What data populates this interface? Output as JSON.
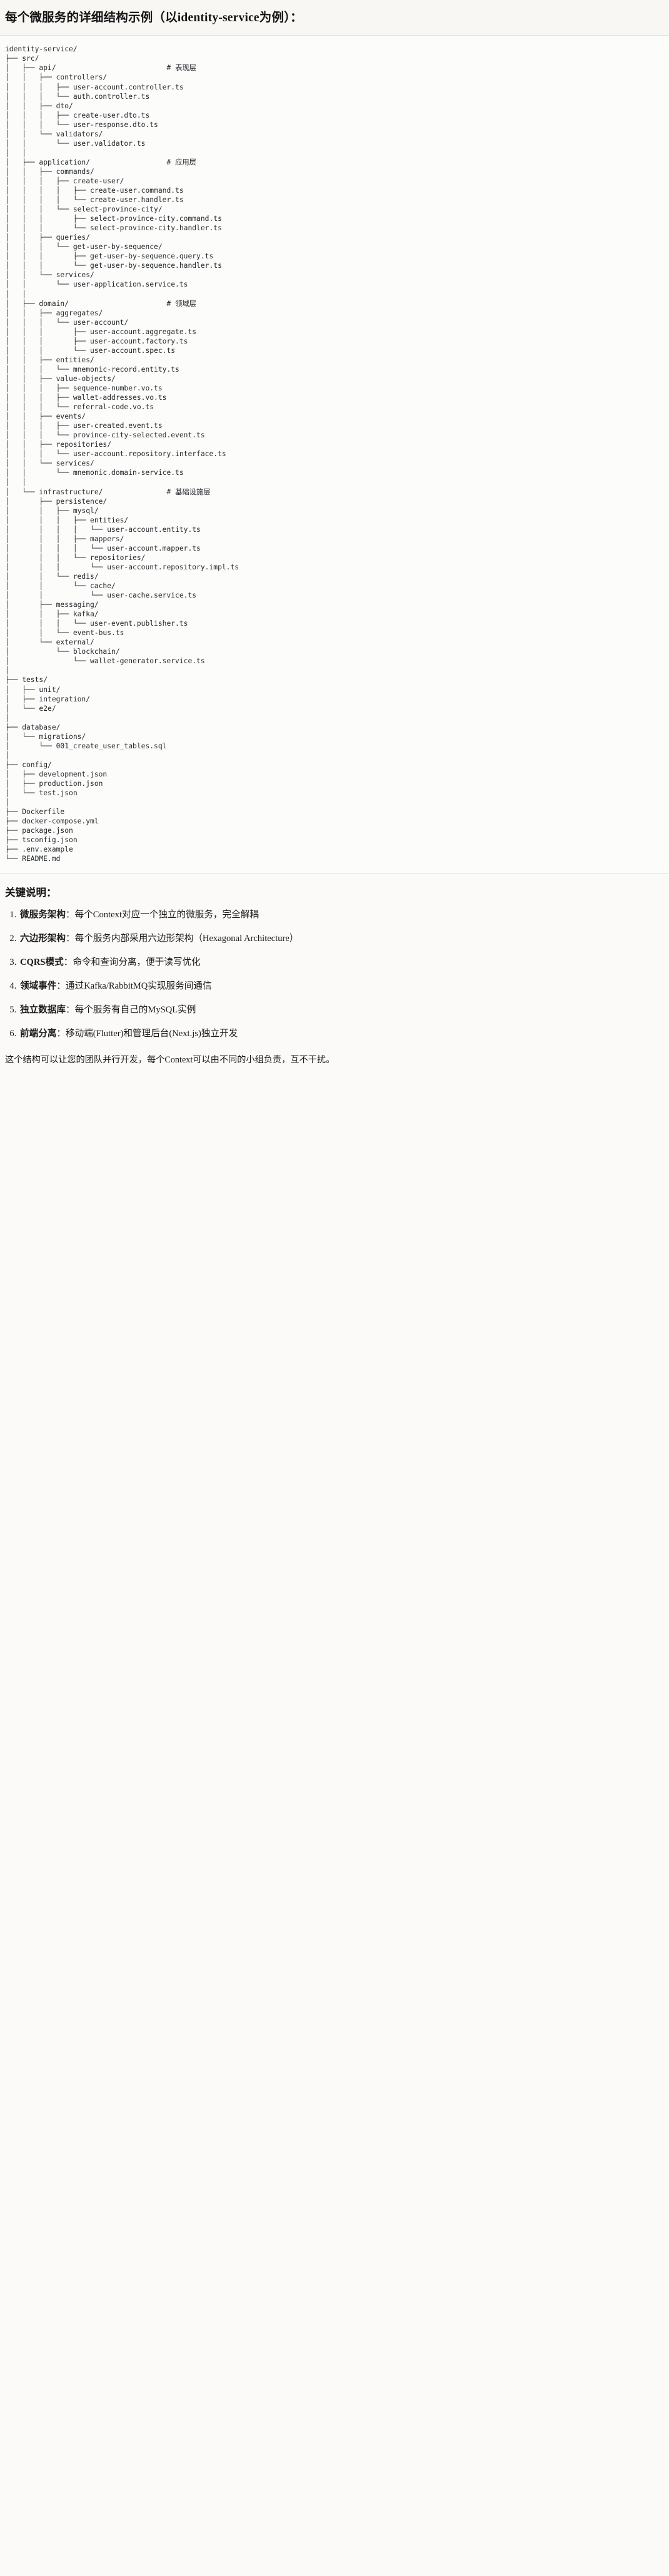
{
  "header": {
    "title": "每个微服务的详细结构示例（以identity-service为例）："
  },
  "tree": {
    "root": "identity-service/",
    "lines": [
      {
        "path": "identity-service/",
        "comment": ""
      },
      {
        "path": "├── src/",
        "comment": ""
      },
      {
        "path": "│   ├── api/",
        "comment": "# 表现层"
      },
      {
        "path": "│   │   ├── controllers/",
        "comment": ""
      },
      {
        "path": "│   │   │   ├── user-account.controller.ts",
        "comment": ""
      },
      {
        "path": "│   │   │   └── auth.controller.ts",
        "comment": ""
      },
      {
        "path": "│   │   ├── dto/",
        "comment": ""
      },
      {
        "path": "│   │   │   ├── create-user.dto.ts",
        "comment": ""
      },
      {
        "path": "│   │   │   └── user-response.dto.ts",
        "comment": ""
      },
      {
        "path": "│   │   └── validators/",
        "comment": ""
      },
      {
        "path": "│   │       └── user.validator.ts",
        "comment": ""
      },
      {
        "path": "│   │",
        "comment": ""
      },
      {
        "path": "│   ├── application/",
        "comment": "# 应用层"
      },
      {
        "path": "│   │   ├── commands/",
        "comment": ""
      },
      {
        "path": "│   │   │   ├── create-user/",
        "comment": ""
      },
      {
        "path": "│   │   │   │   ├── create-user.command.ts",
        "comment": ""
      },
      {
        "path": "│   │   │   │   └── create-user.handler.ts",
        "comment": ""
      },
      {
        "path": "│   │   │   └── select-province-city/",
        "comment": ""
      },
      {
        "path": "│   │   │       ├── select-province-city.command.ts",
        "comment": ""
      },
      {
        "path": "│   │   │       └── select-province-city.handler.ts",
        "comment": ""
      },
      {
        "path": "│   │   ├── queries/",
        "comment": ""
      },
      {
        "path": "│   │   │   └── get-user-by-sequence/",
        "comment": ""
      },
      {
        "path": "│   │   │       ├── get-user-by-sequence.query.ts",
        "comment": ""
      },
      {
        "path": "│   │   │       └── get-user-by-sequence.handler.ts",
        "comment": ""
      },
      {
        "path": "│   │   └── services/",
        "comment": ""
      },
      {
        "path": "│   │       └── user-application.service.ts",
        "comment": ""
      },
      {
        "path": "│   │",
        "comment": ""
      },
      {
        "path": "│   ├── domain/",
        "comment": "# 领域层"
      },
      {
        "path": "│   │   ├── aggregates/",
        "comment": ""
      },
      {
        "path": "│   │   │   └── user-account/",
        "comment": ""
      },
      {
        "path": "│   │   │       ├── user-account.aggregate.ts",
        "comment": ""
      },
      {
        "path": "│   │   │       ├── user-account.factory.ts",
        "comment": ""
      },
      {
        "path": "│   │   │       └── user-account.spec.ts",
        "comment": ""
      },
      {
        "path": "│   │   ├── entities/",
        "comment": ""
      },
      {
        "path": "│   │   │   └── mnemonic-record.entity.ts",
        "comment": ""
      },
      {
        "path": "│   │   ├── value-objects/",
        "comment": ""
      },
      {
        "path": "│   │   │   ├── sequence-number.vo.ts",
        "comment": ""
      },
      {
        "path": "│   │   │   ├── wallet-addresses.vo.ts",
        "comment": ""
      },
      {
        "path": "│   │   │   └── referral-code.vo.ts",
        "comment": ""
      },
      {
        "path": "│   │   ├── events/",
        "comment": ""
      },
      {
        "path": "│   │   │   ├── user-created.event.ts",
        "comment": ""
      },
      {
        "path": "│   │   │   └── province-city-selected.event.ts",
        "comment": ""
      },
      {
        "path": "│   │   ├── repositories/",
        "comment": ""
      },
      {
        "path": "│   │   │   └── user-account.repository.interface.ts",
        "comment": ""
      },
      {
        "path": "│   │   └── services/",
        "comment": ""
      },
      {
        "path": "│   │       └── mnemonic.domain-service.ts",
        "comment": ""
      },
      {
        "path": "│   │",
        "comment": ""
      },
      {
        "path": "│   └── infrastructure/",
        "comment": "# 基础设施层"
      },
      {
        "path": "│       ├── persistence/",
        "comment": ""
      },
      {
        "path": "│       │   ├── mysql/",
        "comment": ""
      },
      {
        "path": "│       │   │   ├── entities/",
        "comment": ""
      },
      {
        "path": "│       │   │   │   └── user-account.entity.ts",
        "comment": ""
      },
      {
        "path": "│       │   │   ├── mappers/",
        "comment": ""
      },
      {
        "path": "│       │   │   │   └── user-account.mapper.ts",
        "comment": ""
      },
      {
        "path": "│       │   │   └── repositories/",
        "comment": ""
      },
      {
        "path": "│       │   │       └── user-account.repository.impl.ts",
        "comment": ""
      },
      {
        "path": "│       │   └── redis/",
        "comment": ""
      },
      {
        "path": "│       │       └── cache/",
        "comment": ""
      },
      {
        "path": "│       │           └── user-cache.service.ts",
        "comment": ""
      },
      {
        "path": "│       ├── messaging/",
        "comment": ""
      },
      {
        "path": "│       │   ├── kafka/",
        "comment": ""
      },
      {
        "path": "│       │   │   └── user-event.publisher.ts",
        "comment": ""
      },
      {
        "path": "│       │   └── event-bus.ts",
        "comment": ""
      },
      {
        "path": "│       └── external/",
        "comment": ""
      },
      {
        "path": "│           └── blockchain/",
        "comment": ""
      },
      {
        "path": "│               └── wallet-generator.service.ts",
        "comment": ""
      },
      {
        "path": "│",
        "comment": ""
      },
      {
        "path": "├── tests/",
        "comment": ""
      },
      {
        "path": "│   ├── unit/",
        "comment": ""
      },
      {
        "path": "│   ├── integration/",
        "comment": ""
      },
      {
        "path": "│   └── e2e/",
        "comment": ""
      },
      {
        "path": "│",
        "comment": ""
      },
      {
        "path": "├── database/",
        "comment": ""
      },
      {
        "path": "│   └── migrations/",
        "comment": ""
      },
      {
        "path": "│       └── 001_create_user_tables.sql",
        "comment": ""
      },
      {
        "path": "│",
        "comment": ""
      },
      {
        "path": "├── config/",
        "comment": ""
      },
      {
        "path": "│   ├── development.json",
        "comment": ""
      },
      {
        "path": "│   ├── production.json",
        "comment": ""
      },
      {
        "path": "│   └── test.json",
        "comment": ""
      },
      {
        "path": "│",
        "comment": ""
      },
      {
        "path": "├── Dockerfile",
        "comment": ""
      },
      {
        "path": "├── docker-compose.yml",
        "comment": ""
      },
      {
        "path": "├── package.json",
        "comment": ""
      },
      {
        "path": "├── tsconfig.json",
        "comment": ""
      },
      {
        "path": "├── .env.example",
        "comment": ""
      },
      {
        "path": "└── README.md",
        "comment": ""
      }
    ],
    "comment_column": 38
  },
  "notes": {
    "heading": "关键说明：",
    "items": [
      {
        "term": "微服务架构",
        "sep": "：",
        "desc": "每个Context对应一个独立的微服务，完全解耦"
      },
      {
        "term": "六边形架构",
        "sep": "：",
        "desc": "每个服务内部采用六边形架构（Hexagonal Architecture）"
      },
      {
        "term": "CQRS模式",
        "sep": "：",
        "desc": "命令和查询分离，便于读写优化"
      },
      {
        "term": "领域事件",
        "sep": "：",
        "desc": "通过Kafka/RabbitMQ实现服务间通信"
      },
      {
        "term": "独立数据库",
        "sep": "：",
        "desc": "每个服务有自己的MySQL实例"
      },
      {
        "term": "前端分离",
        "sep": "：",
        "desc": "移动端(Flutter)和管理后台(Next.js)独立开发"
      }
    ],
    "closing": "这个结构可以让您的团队并行开发，每个Context可以由不同的小组负责，互不干扰。"
  },
  "colors": {
    "page_bg": "#fbfaf8",
    "code_bg": "#fcfcfa",
    "text": "#1a1a1a",
    "code_text": "#23272b",
    "divider": "#e2e0dc"
  }
}
